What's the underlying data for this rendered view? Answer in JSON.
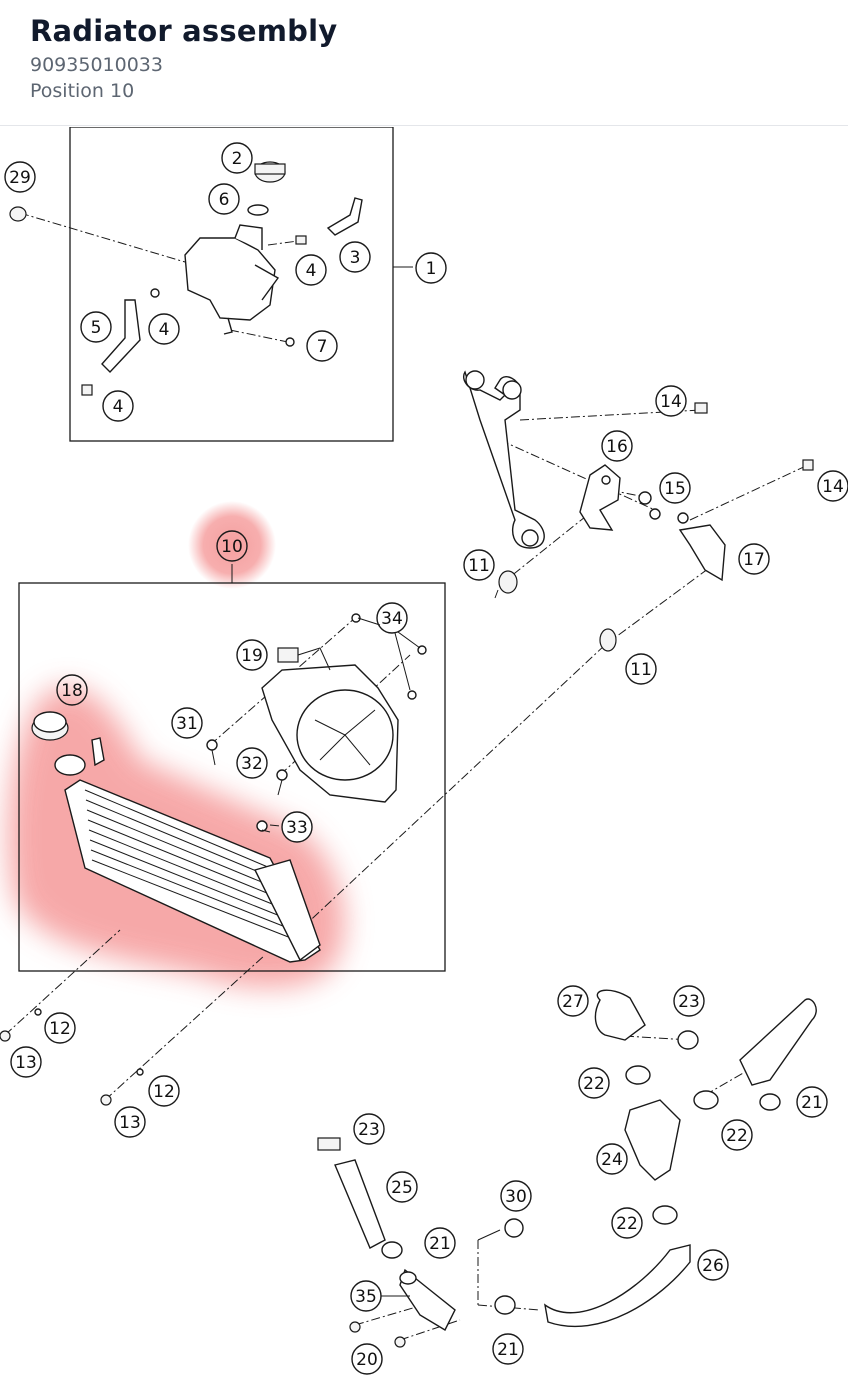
{
  "header": {
    "title": "Radiator assembly",
    "part_number": "90935010033",
    "position": "Position 10"
  },
  "diagram": {
    "highlight_color": "#f59a9a",
    "callouts": [
      "29",
      "2",
      "6",
      "3",
      "4",
      "1",
      "5",
      "4",
      "7",
      "4",
      "14",
      "16",
      "15",
      "14",
      "11",
      "17",
      "10",
      "34",
      "19",
      "11",
      "18",
      "31",
      "32",
      "33",
      "12",
      "13",
      "12",
      "13",
      "27",
      "23",
      "22",
      "21",
      "22",
      "24",
      "23",
      "25",
      "30",
      "22",
      "21",
      "26",
      "35",
      "21",
      "20"
    ]
  }
}
